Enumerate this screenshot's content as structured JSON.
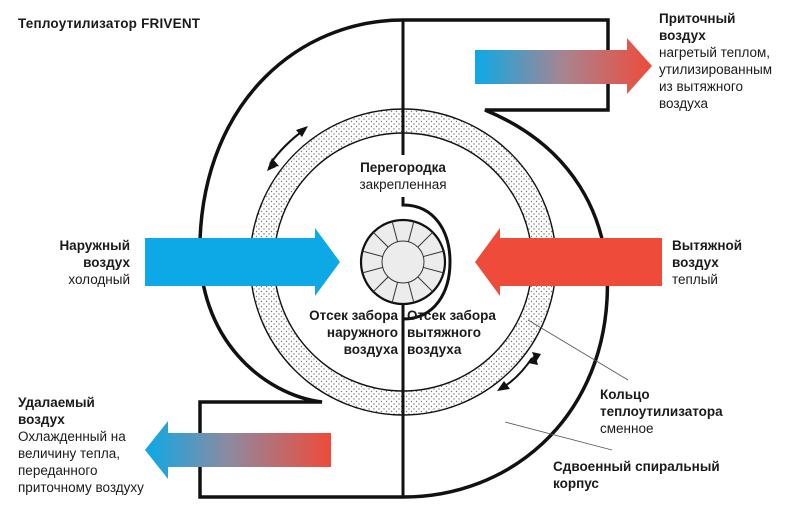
{
  "title": "Теплоутилизатор  FRIVENT",
  "colors": {
    "cold": "#0ca9e6",
    "warm": "#ee4b3a",
    "outline": "#111111",
    "rotor_fill": "#ececec",
    "stipple": "#777777"
  },
  "labels": {
    "supply_air": {
      "heading_1": "Приточный",
      "heading_2": "воздух",
      "lines": [
        "нагретый теплом,",
        "утилизированным",
        "из вытяжного",
        "воздуха"
      ]
    },
    "outside_air": {
      "heading_1": "Наружный",
      "heading_2": "воздух",
      "lines": [
        "холодный"
      ]
    },
    "extract_air": {
      "heading_1": "Вытяжной",
      "heading_2": "воздух",
      "lines": [
        "теплый"
      ]
    },
    "exhaust_air": {
      "heading_1": "Удалаемый",
      "heading_2": "воздух",
      "lines": [
        "Охлажденный на",
        "величину тепла,",
        "переданного",
        "приточному воздуху"
      ]
    },
    "partition": {
      "heading": "Перегородка",
      "sub": "закрепленная"
    },
    "outside_compartment": {
      "lines": [
        "Отсек забора",
        "наружного",
        "воздуха"
      ]
    },
    "extract_compartment": {
      "lines": [
        "Отсек забора",
        "вытяжного",
        "воздуха"
      ]
    },
    "ring": {
      "heading_1": "Кольцо",
      "heading_2": "теплоутилизатора",
      "sub": "сменное"
    },
    "housing": {
      "heading_1": "Сдвоенный  спиральный",
      "heading_2": "корпус"
    }
  },
  "icons": {
    "rotation_arrow": "double-headed-curved-arrow",
    "flow_arrow": "block-arrow"
  }
}
